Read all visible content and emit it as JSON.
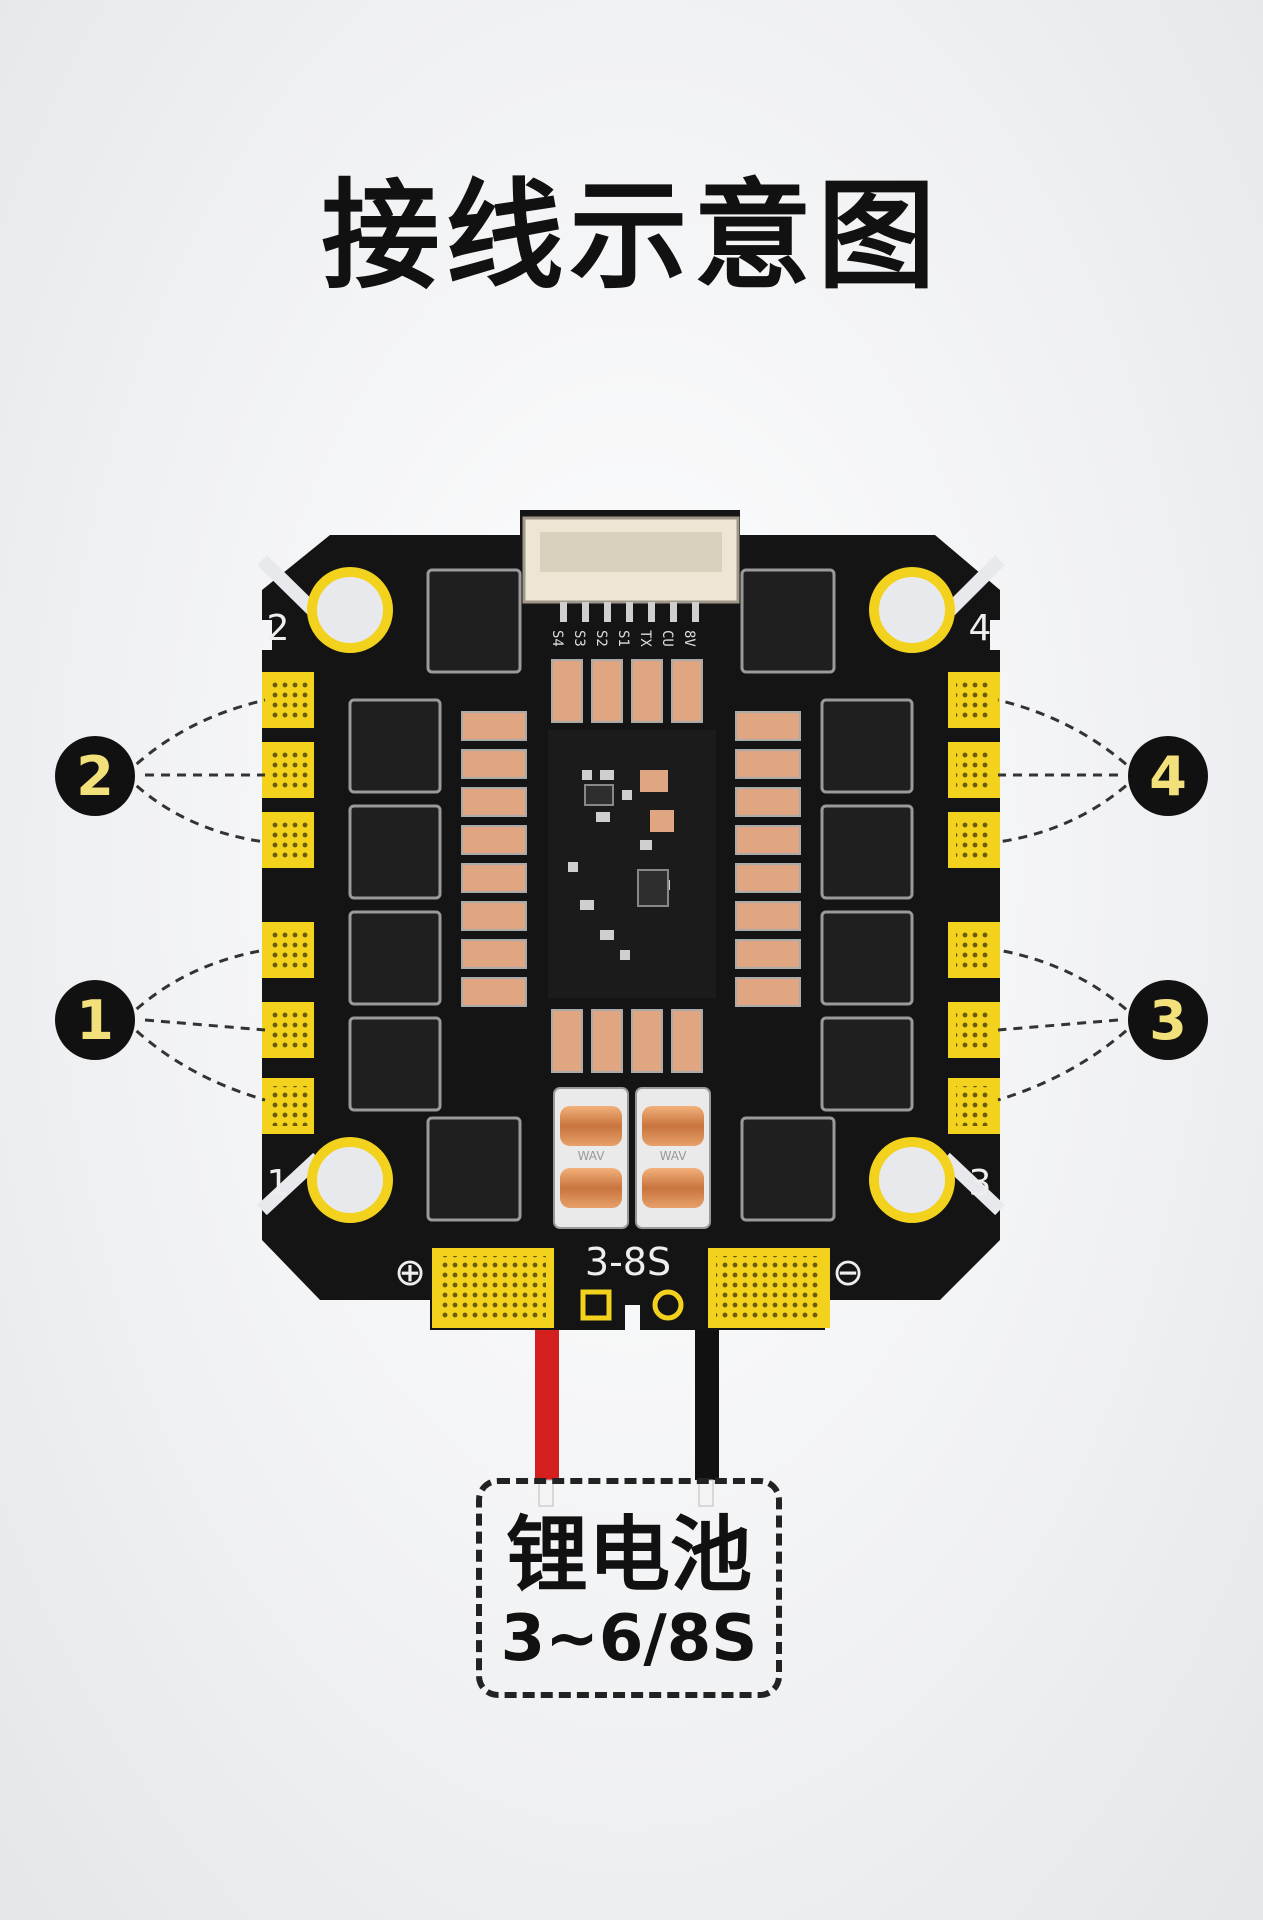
{
  "title": "接线示意图",
  "board": {
    "connector_pins": [
      "S4",
      "S3",
      "S2",
      "S1",
      "TX",
      "CU",
      "8V"
    ],
    "corner_labels": [
      "2",
      "4",
      "1",
      "3"
    ],
    "voltage_label": "3-8S",
    "plus_symbol": "⊕",
    "minus_symbol": "⊖",
    "inductor_text": "WAV",
    "colors": {
      "pcb": "#141414",
      "gold": "#f2d21c",
      "copper": "#e0a682",
      "wire_positive": "#d41f1f",
      "wire_negative": "#111111"
    }
  },
  "motor_callouts": [
    "2",
    "4",
    "1",
    "3"
  ],
  "battery": {
    "name": "锂电池",
    "spec": "3~6/8S"
  }
}
